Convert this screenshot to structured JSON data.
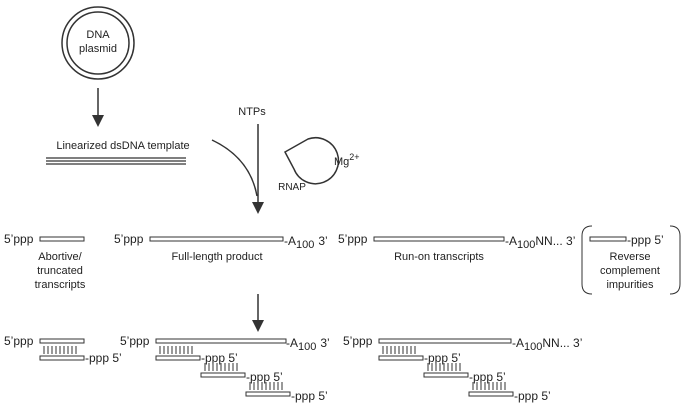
{
  "plasmid": {
    "line1": "DNA",
    "line2": "plasmid"
  },
  "template_label": "Linearized dsDNA template",
  "ntps_label": "NTPs",
  "mg_label": "Mg",
  "mg_charge": "2+",
  "rnap_label": "RNAP",
  "five_ppp": "5’ppp",
  "ppp_five": "-ppp 5’",
  "tail_a": "-A",
  "tail_100": "100",
  "three_prime": "3’",
  "nn_three": "NN... 3’",
  "abortive": {
    "line1": "Abortive/",
    "line2": "truncated",
    "line3": "transcripts"
  },
  "full_length_label": "Full-length product",
  "runon_label": "Run-on transcripts",
  "reverse": {
    "line1": "Reverse",
    "line2": "complement",
    "line3": "impurities"
  }
}
